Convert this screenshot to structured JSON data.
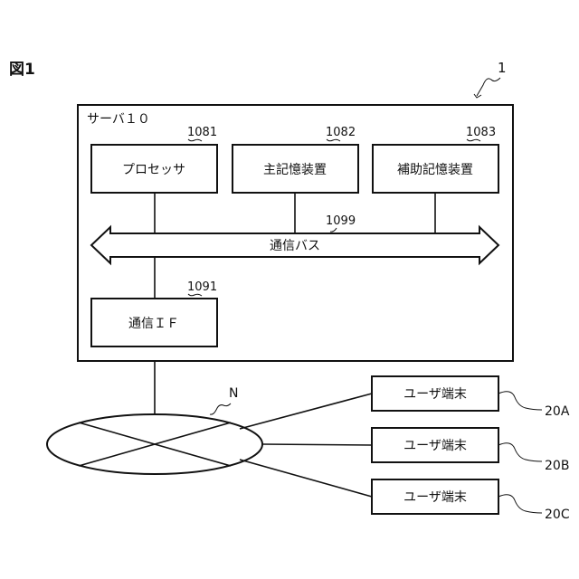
{
  "figure": {
    "label": "図1",
    "ref": "1"
  },
  "server": {
    "label": "サーバ１０",
    "processor": {
      "label": "プロセッサ",
      "ref": "1081"
    },
    "main_memory": {
      "label": "主記憶装置",
      "ref": "1082"
    },
    "aux_memory": {
      "label": "補助記憶装置",
      "ref": "1083"
    },
    "bus": {
      "label": "通信バス",
      "ref": "1099"
    },
    "comm_if": {
      "label": "通信ＩＦ",
      "ref": "1091"
    }
  },
  "network": {
    "ref": "N"
  },
  "terminals": [
    {
      "label": "ユーザ端末",
      "ref": "20A"
    },
    {
      "label": "ユーザ端末",
      "ref": "20B"
    },
    {
      "label": "ユーザ端末",
      "ref": "20C"
    }
  ]
}
